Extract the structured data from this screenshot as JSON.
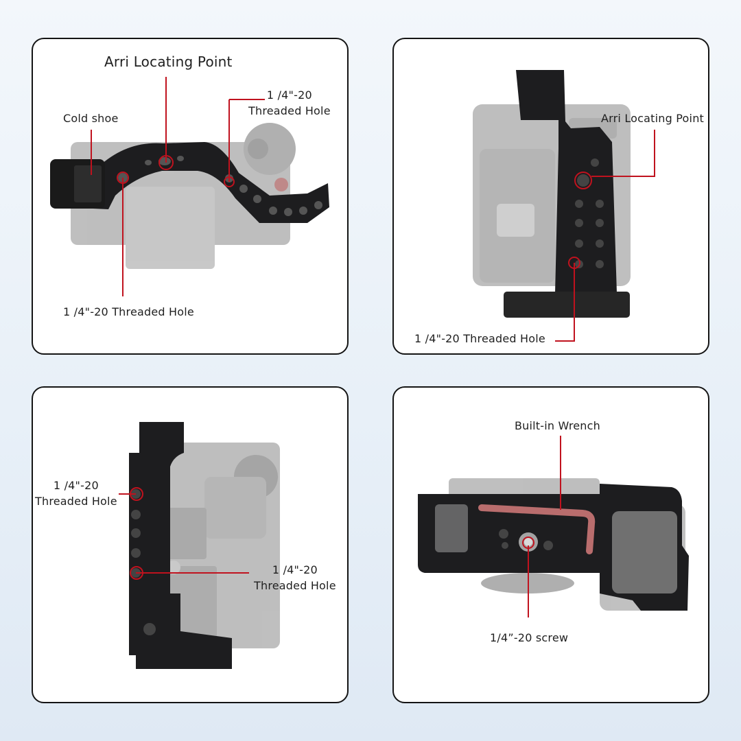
{
  "panels": [
    {
      "id": "top-view",
      "callouts": {
        "arri": "Arri Locating Point",
        "thread_top_l1": "1 /4\"-20",
        "thread_top_l2": "Threaded Hole",
        "cold_shoe": "Cold shoe",
        "thread_bottom": "1 /4\"-20 Threaded Hole"
      }
    },
    {
      "id": "front-view",
      "callouts": {
        "arri": "Arri Locating Point",
        "thread": "1 /4\"-20 Threaded Hole"
      }
    },
    {
      "id": "side-view",
      "callouts": {
        "thread_a_l1": "1 /4\"-20",
        "thread_a_l2": "Threaded Hole",
        "thread_b_l1": "1 /4\"-20",
        "thread_b_l2": "Threaded Hole"
      }
    },
    {
      "id": "bottom-view",
      "callouts": {
        "wrench": "Built-in Wrench",
        "screw": "1/4”-20 screw"
      }
    }
  ],
  "colors": {
    "callout_line": "#c0121e",
    "panel_border": "#141414",
    "cage_metal": "#1d1d1f",
    "camera_body": "#8e8e8e"
  }
}
